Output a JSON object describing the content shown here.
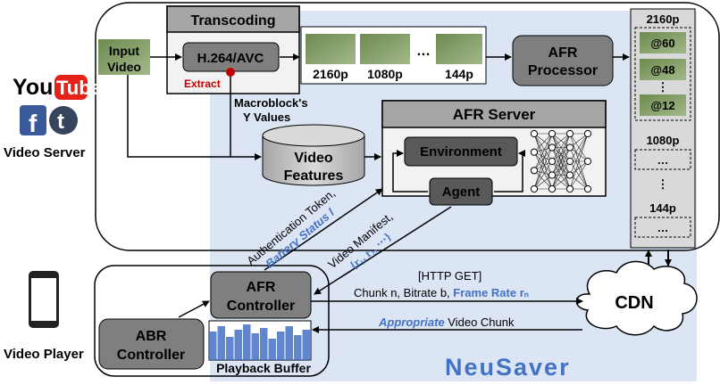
{
  "brands": {
    "youtube_you": "You",
    "youtube_tube": "Tube",
    "facebook": "f",
    "tumblr": "t"
  },
  "side_labels": {
    "server": "Video Server",
    "player": "Video Player"
  },
  "transcoding": {
    "title": "Transcoding",
    "codec": "H.264/AVC",
    "extract": "Extract"
  },
  "input_video": {
    "line1": "Input",
    "line2": "Video"
  },
  "resolutions": {
    "r1": "2160p",
    "r2": "1080p",
    "dots": "…",
    "r3": "144p"
  },
  "afr_processor": {
    "line1": "AFR",
    "line2": "Processor"
  },
  "macroblock": {
    "line1": "Macroblock's",
    "line2": "Y Values"
  },
  "video_features": {
    "line1": "Video",
    "line2": "Features"
  },
  "afr_server": {
    "title": "AFR Server",
    "environment": "Environment",
    "agent": "Agent"
  },
  "storage": {
    "res_2160": "2160p",
    "fr60": "@60",
    "fr48": "@48",
    "vdots": "⋮",
    "fr12": "@12",
    "res_1080": "1080p",
    "dots": "…",
    "vdots2": "⋮",
    "res_144": "144p",
    "dots2": "…"
  },
  "arrows_text": {
    "auth_token": "Authentication Token,",
    "battery": "Battery Status l",
    "manifest": "Video Manifest,",
    "manifest_set": "{r₁, r₂, ⋯}",
    "http_get": "[HTTP GET]",
    "request_plain": "Chunk n, Bitrate b, ",
    "request_frame": "Frame Rate rₙ",
    "appropriate": "Appropriate",
    "video_chunk": " Video Chunk"
  },
  "player": {
    "afr_line1": "AFR",
    "afr_line2": "Controller",
    "abr_line1": "ABR",
    "abr_line2": "Controller",
    "buffer": "Playback Buffer"
  },
  "cdn": "CDN",
  "system_name": "NeuSaver",
  "colors": {
    "accent_blue": "#4472c4",
    "panel_blue": "#dbe5f4",
    "box_gray": "#7f7f7f",
    "dark_box": "#595959",
    "extract_red": "#c00000"
  }
}
